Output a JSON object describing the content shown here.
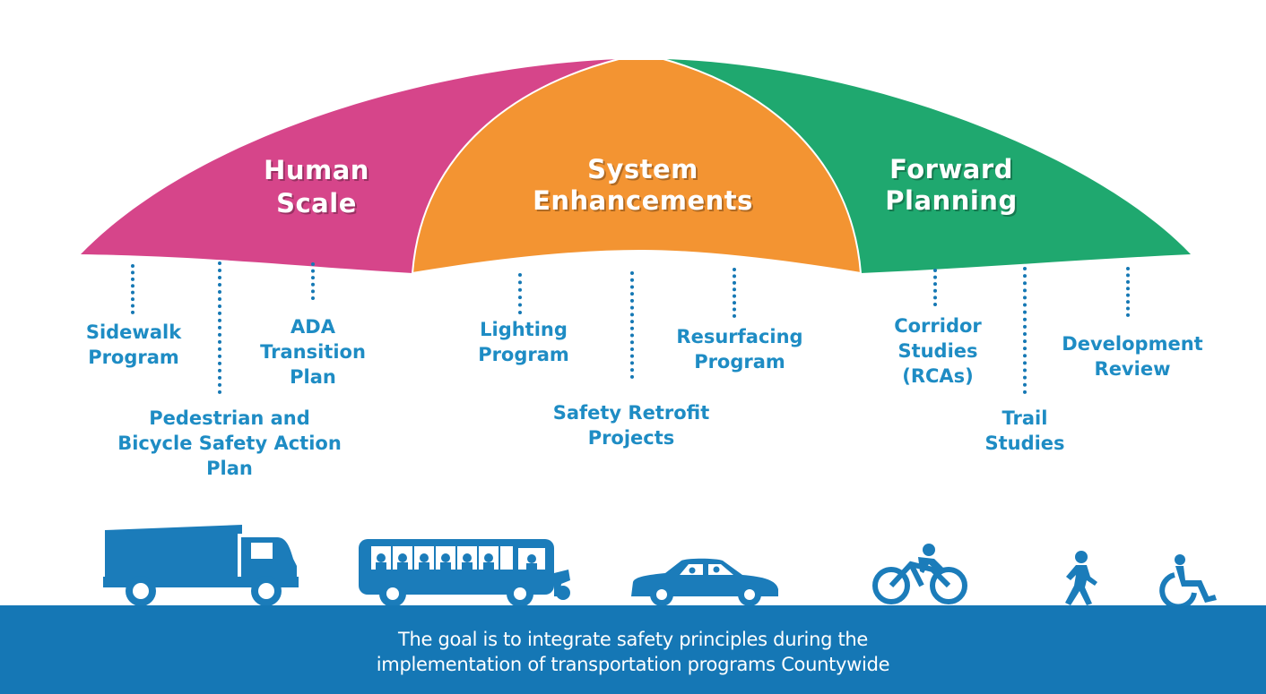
{
  "canopy": {
    "sections": [
      {
        "line1": "Human",
        "line2": "Scale",
        "color": "#d6458a"
      },
      {
        "line1": "System",
        "line2": "Enhancements",
        "color": "#f39432"
      },
      {
        "line1": "Forward",
        "line2": "Planning",
        "color": "#1fa86f"
      }
    ]
  },
  "programs": {
    "sidewalk": {
      "line1": "Sidewalk",
      "line2": "Program"
    },
    "ada": {
      "line1": "ADA",
      "line2": "Transition",
      "line3": "Plan"
    },
    "ped_bike": {
      "line1": "Pedestrian and",
      "line2": "Bicycle Safety Action",
      "line3": "Plan"
    },
    "lighting": {
      "line1": "Lighting",
      "line2": "Program"
    },
    "resurfacing": {
      "line1": "Resurfacing",
      "line2": "Program"
    },
    "safety_retrofit": {
      "line1": "Safety Retrofit",
      "line2": "Projects"
    },
    "corridor": {
      "line1": "Corridor",
      "line2": "Studies",
      "line3": "(RCAs)"
    },
    "development": {
      "line1": "Development",
      "line2": "Review"
    },
    "trail": {
      "line1": "Trail",
      "line2": "Studies"
    }
  },
  "icons": [
    "dump-truck-icon",
    "bus-icon",
    "car-icon",
    "bicycle-icon",
    "pedestrian-icon",
    "wheelchair-icon"
  ],
  "colors": {
    "text_blue": "#1e8cc4",
    "band_blue": "#1577b5",
    "icon_blue": "#1b7cba"
  },
  "footer": {
    "line1": "The goal is to integrate safety principles during the",
    "line2": "implementation of transportation programs Countywide"
  }
}
